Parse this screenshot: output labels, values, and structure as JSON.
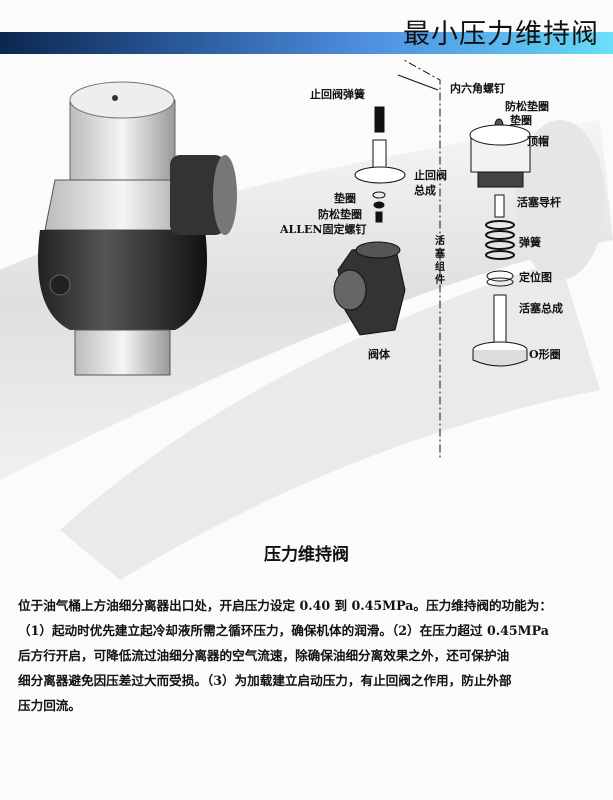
{
  "header": {
    "title": "最小压力维持阀"
  },
  "diagram": {
    "labels": {
      "check_spring": "止回阀弹簧",
      "check_assembly_1": "止回阀",
      "check_assembly_2": "总成",
      "washer_left": "垫圈",
      "lock_washer_left": "防松垫圈",
      "allen_screw": "ALLEN固定螺钉",
      "valve_body": "阀体",
      "hex_screw": "内六角螺钉",
      "lock_washer_right": "防松垫圈",
      "washer_right": "垫圈",
      "top_cap": "顶帽",
      "piston_guide": "活塞导杆",
      "spring": "弹簧",
      "locating_ring": "定位图",
      "piston_assembly": "活塞总成",
      "o_ring": "O形圈",
      "piston_component": "活塞组件"
    }
  },
  "caption": "压力维持阀",
  "description": [
    "位于油气桶上方油细分离器出口处，开启压力设定 0.40 到 0.45MPa。压力维持阀的功能为：",
    "（1）起动时优先建立起冷却液所需之循环压力，确保机体的润滑。（2）在压力超过 0.45MPa",
    "后方行开启，可降低流过油细分离器的空气流速，除确保油细分离效果之外，还可保护油",
    "细分离器避免因压差过大而受损。（3）为加载建立启动压力，有止回阀之作用，防止外部",
    "压力回流。"
  ]
}
